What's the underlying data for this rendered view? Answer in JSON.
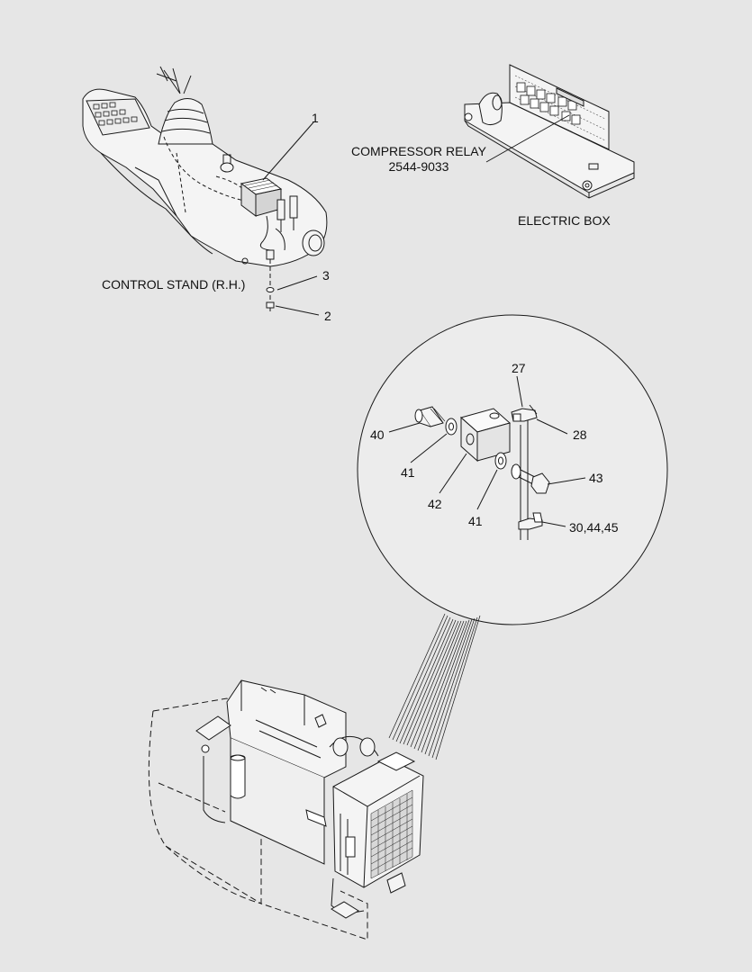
{
  "labels": {
    "control_stand": "CONTROL STAND (R.H.)",
    "compressor_relay": "COMPRESSOR RELAY",
    "relay_part_no": "2544-9033",
    "electric_box": "ELECTRIC BOX"
  },
  "callouts": {
    "c1": "1",
    "c2": "2",
    "c3": "3",
    "c27": "27",
    "c28": "28",
    "c40": "40",
    "c41a": "41",
    "c41b": "41",
    "c42": "42",
    "c43": "43",
    "c30_44_45": "30,44,45"
  },
  "colors": {
    "background": "#e6e6e6",
    "line": "#1a1a1a",
    "fill": "#f4f4f4"
  }
}
